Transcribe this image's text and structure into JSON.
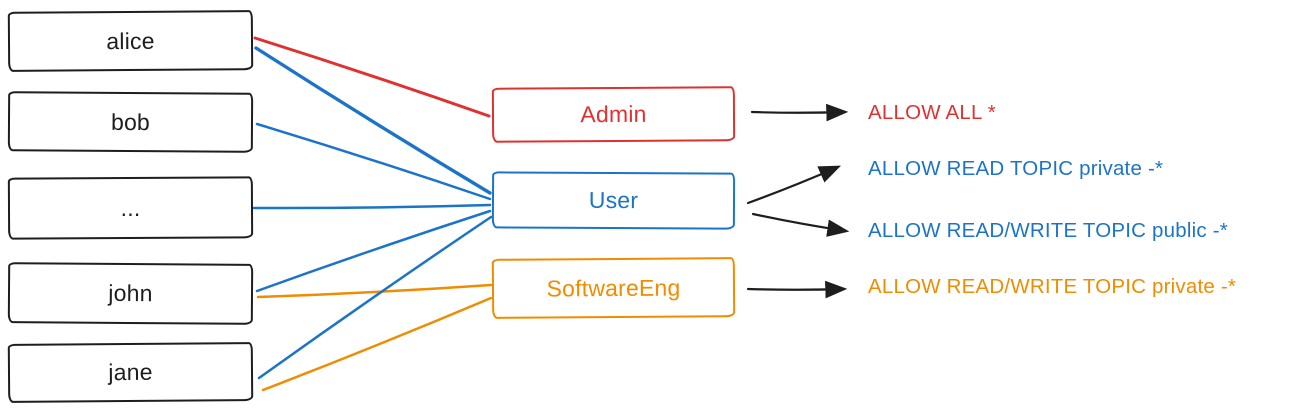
{
  "colors": {
    "red": "#E03131",
    "blue": "#1C74C9",
    "orange": "#F08C00",
    "black": "#1E1E1E"
  },
  "users": [
    {
      "id": "alice",
      "label": "alice"
    },
    {
      "id": "bob",
      "label": "bob"
    },
    {
      "id": "ellipsis",
      "label": "..."
    },
    {
      "id": "john",
      "label": "john"
    },
    {
      "id": "jane",
      "label": "jane"
    }
  ],
  "roles": [
    {
      "id": "admin",
      "label": "Admin",
      "color": "red"
    },
    {
      "id": "user",
      "label": "User",
      "color": "blue"
    },
    {
      "id": "softwareeng",
      "label": "SoftwareEng",
      "color": "orange"
    }
  ],
  "permissions": [
    {
      "id": "allow-all",
      "label": "ALLOW ALL *",
      "color": "red"
    },
    {
      "id": "read-private",
      "label": "ALLOW READ TOPIC private -*",
      "color": "blue"
    },
    {
      "id": "readwrite-public",
      "label": "ALLOW READ/WRITE TOPIC public -*",
      "color": "blue"
    },
    {
      "id": "readwrite-private",
      "label": "ALLOW READ/WRITE TOPIC private -*",
      "color": "orange"
    }
  ],
  "user_role_assignments": [
    {
      "from": "alice",
      "to": "admin"
    },
    {
      "from": "alice",
      "to": "user"
    },
    {
      "from": "bob",
      "to": "user"
    },
    {
      "from": "ellipsis",
      "to": "user"
    },
    {
      "from": "john",
      "to": "user"
    },
    {
      "from": "john",
      "to": "softwareeng"
    },
    {
      "from": "jane",
      "to": "user"
    },
    {
      "from": "jane",
      "to": "softwareeng"
    }
  ],
  "role_permission_links": [
    {
      "from": "admin",
      "to": "allow-all"
    },
    {
      "from": "user",
      "to": "read-private"
    },
    {
      "from": "user",
      "to": "readwrite-public"
    },
    {
      "from": "softwareeng",
      "to": "readwrite-private"
    }
  ]
}
